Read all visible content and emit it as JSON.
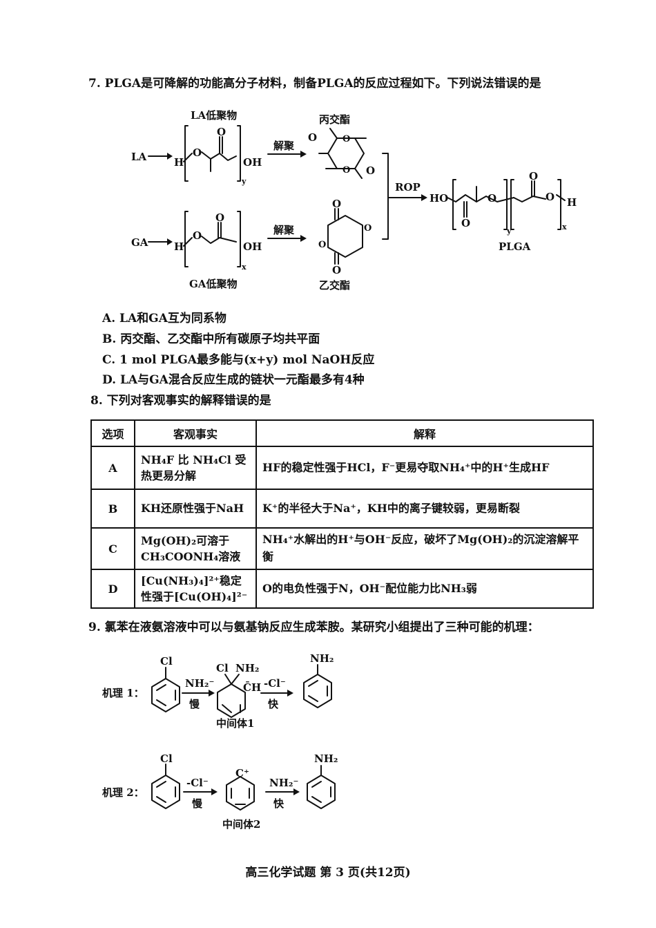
{
  "q7": {
    "stem": "7. PLGA是可降解的功能高分子材料，制备PLGA的反应过程如下。下列说法错误的是",
    "diagram": {
      "la_label": "LA低聚物",
      "ga_label": "GA低聚物",
      "la_input": "LA",
      "ga_input": "GA",
      "h": "H",
      "oh": "OH",
      "ho": "HO",
      "o": "O",
      "sub_y": "y",
      "sub_x": "x",
      "depoly_1": "解聚",
      "depoly_2": "解聚",
      "lactide": "丙交酯",
      "glycolide": "乙交酯",
      "rop": "ROP",
      "product": "PLGA"
    },
    "options": [
      "A. LA和GA互为同系物",
      "B. 丙交酯、乙交酯中所有碳原子均共平面",
      "C. 1 mol PLGA最多能与(x+y) mol NaOH反应",
      "D. LA与GA混合反应生成的链状一元酯最多有4种"
    ]
  },
  "q8": {
    "stem": "8. 下列对客观事实的解释错误的是",
    "headers": [
      "选项",
      "客观事实",
      "解释"
    ],
    "rows": [
      {
        "opt": "A",
        "fact": "NH₄F 比 NH₄Cl 受热更易分解",
        "exp": "HF的稳定性强于HCl，F⁻更易夺取NH₄⁺中的H⁺生成HF"
      },
      {
        "opt": "B",
        "fact": "KH还原性强于NaH",
        "exp": "K⁺的半径大于Na⁺，KH中的离子键较弱，更易断裂"
      },
      {
        "opt": "C",
        "fact": "Mg(OH)₂可溶于CH₃COONH₄溶液",
        "exp": "NH₄⁺水解出的H⁺与OH⁻反应，破坏了Mg(OH)₂的沉淀溶解平衡"
      },
      {
        "opt": "D",
        "fact": "[Cu(NH₃)₄]²⁺稳定性强于[Cu(OH)₄]²⁻",
        "exp": "O的电负性强于N，OH⁻配位能力比NH₃弱"
      }
    ]
  },
  "q9": {
    "stem": "9. 氯苯在液氨溶液中可以与氨基钠反应生成苯胺。某研究小组提出了三种可能的机理：",
    "mech1": {
      "label": "机理 1：",
      "cl": "Cl",
      "reagent1": "NH₂⁻",
      "speed1": "慢",
      "int_cl": "Cl",
      "int_nh2": "NH₂",
      "carbanion": "C̄H",
      "reagent2": "-Cl⁻",
      "speed2": "快",
      "nh2": "NH₂",
      "intermediate": "中间体1"
    },
    "mech2": {
      "label": "机理 2：",
      "cl": "Cl",
      "reagent1": "-Cl⁻",
      "speed1": "慢",
      "cation": "C⁺",
      "reagent2": "NH₂⁻",
      "speed2": "快",
      "nh2": "NH₂",
      "intermediate": "中间体2"
    }
  },
  "footer": "高三化学试题 第 3 页(共12页)"
}
